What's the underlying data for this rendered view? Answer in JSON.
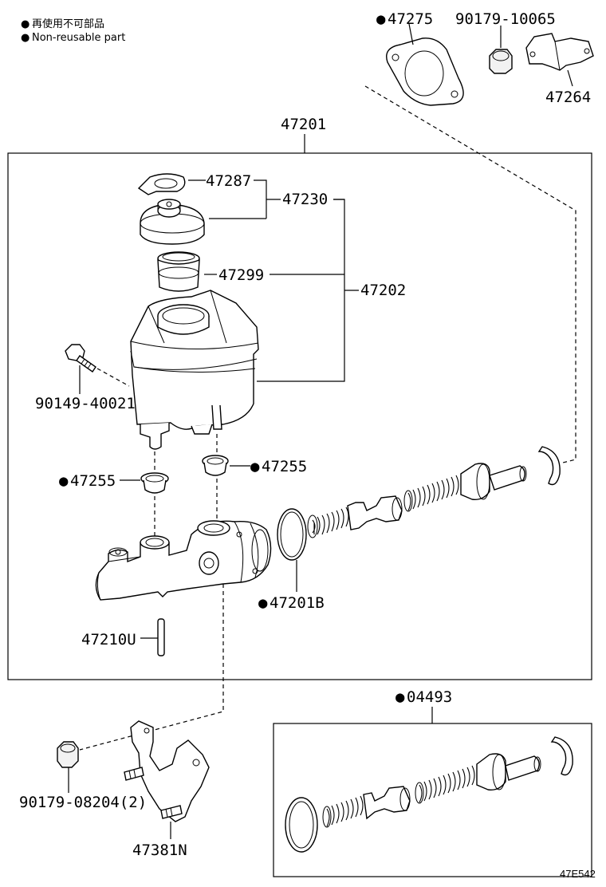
{
  "legend": {
    "bullet": "●",
    "line_jp": "再使用不可部品",
    "line_en": "Non-reusable part"
  },
  "labels": {
    "p47275": "47275",
    "p90179_10065": "90179-10065",
    "p47264": "47264",
    "p47201": "47201",
    "p47287": "47287",
    "p47230": "47230",
    "p47299": "47299",
    "p47202": "47202",
    "p90149_40021": "90149-40021",
    "p47255_left": "47255",
    "p47255_right": "47255",
    "p47201B": "47201B",
    "p47210U": "47210U",
    "p04493": "04493",
    "p90179_08204": "90179-08204(2)",
    "p47381N": "47381N"
  },
  "diagram_code": "47E542",
  "colors": {
    "line": "#000000",
    "background": "#ffffff",
    "part_fill": "#f2f2f2"
  }
}
